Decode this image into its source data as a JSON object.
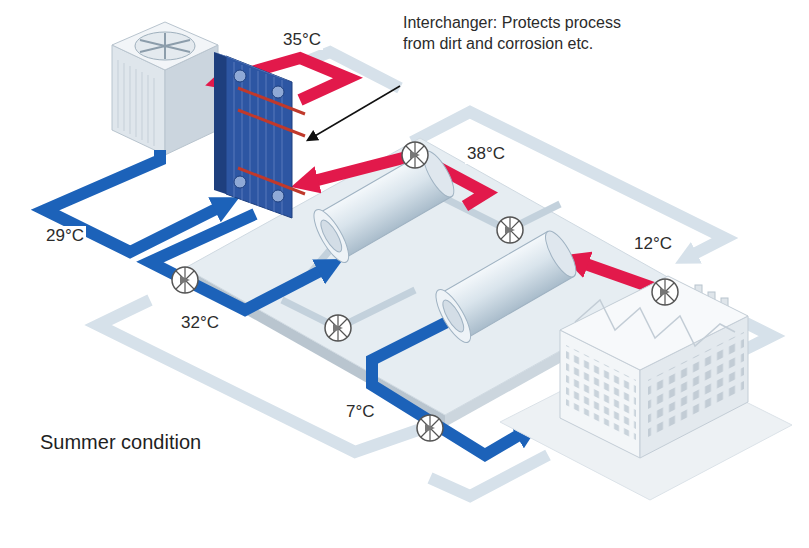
{
  "diagram": {
    "title": "Summer condition",
    "labels": [
      "Interchanger: Protects process from dirt and corrosion etc.",
      "35°C",
      "38°C",
      "29°C",
      "12°C",
      "32°C",
      "7°C"
    ]
  }
}
